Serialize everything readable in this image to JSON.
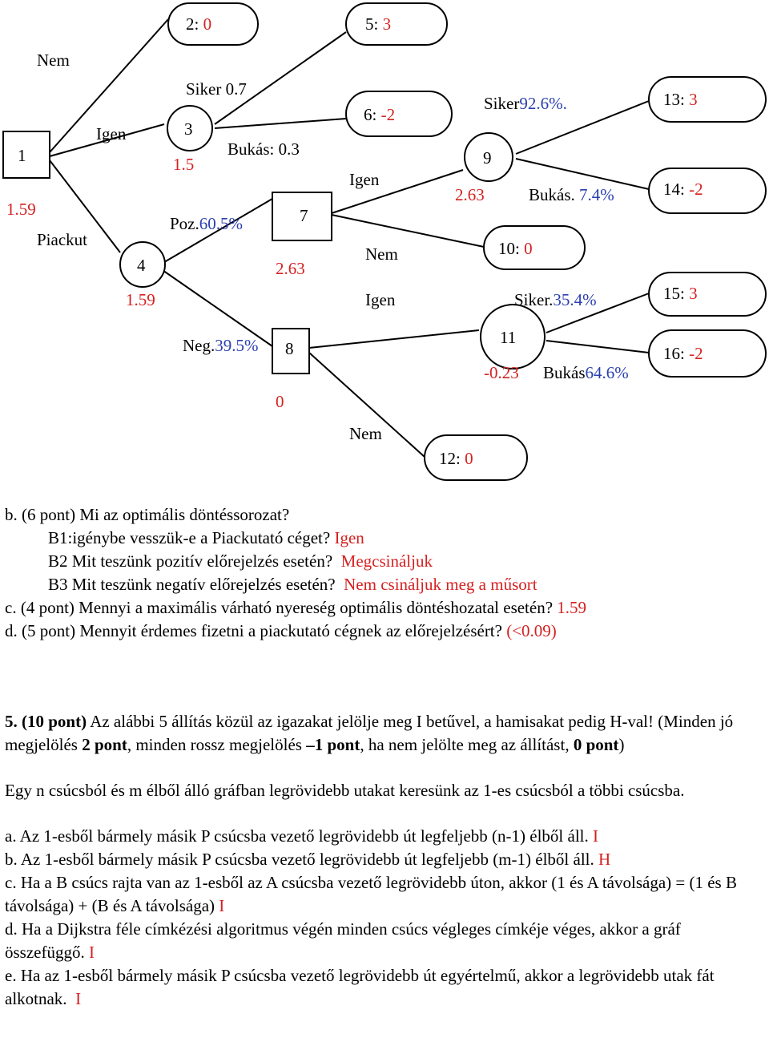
{
  "tree": {
    "nodes": {
      "n1": {
        "id": "1",
        "value": "1.59"
      },
      "n2": {
        "label": "2: ",
        "value": "0"
      },
      "n3": {
        "id": "3",
        "value": "1.5"
      },
      "n4": {
        "id": "4",
        "value": "1.59"
      },
      "n5": {
        "label": "5: ",
        "value": "3"
      },
      "n6": {
        "label": "6: ",
        "value": "-2"
      },
      "n7": {
        "id": "7",
        "value": "2.63"
      },
      "n8": {
        "id": "8",
        "value": "0"
      },
      "n9": {
        "id": "9",
        "value": "2.63"
      },
      "n10": {
        "label": "10: ",
        "value": "0"
      },
      "n11": {
        "id": "11",
        "value": "-0.23"
      },
      "n12": {
        "label": "12: ",
        "value": "0"
      },
      "n13": {
        "label": "13: ",
        "value": "3"
      },
      "n14": {
        "label": "14: ",
        "value": "-2"
      },
      "n15": {
        "label": "15: ",
        "value": "3"
      },
      "n16": {
        "label": "16: ",
        "value": "-2"
      }
    },
    "edges": {
      "nem_top": "Nem",
      "igen_top": "Igen",
      "piackut": "Piackut",
      "siker_3": "Siker 0.7",
      "bukas_3": "Bukás: 0.3",
      "poz_label": "Poz.",
      "poz_value": "60.5%",
      "neg_label": "Neg.",
      "neg_value": "39.5%",
      "igen_7": "Igen",
      "nem_7": "Nem",
      "igen_8": "Igen",
      "nem_8": "Nem",
      "siker9_label": "Siker",
      "siker9_value": "92.6%.",
      "bukas9_label": "Bukás. ",
      "bukas9_value": "7.4%",
      "siker11_label": "Siker.",
      "siker11_value": "35.4%",
      "bukas11_label": "Bukás",
      "bukas11_value": "64.6%"
    }
  },
  "questions": {
    "b_q": "b. (6 pont) Mi az optimális döntéssorozat?",
    "b1_q": "B1:igénybe vesszük-e a Piackutató céget?",
    "b1_a": "Igen",
    "b2_q": "B2 Mit teszünk pozitív előrejelzés esetén?",
    "b2_a": "Megcsináljuk",
    "b3_q": "B3 Mit teszünk negatív előrejelzés esetén?",
    "b3_a": "Nem csináljuk meg a műsort",
    "c_q": "c. (4 pont) Mennyi a maximális várható nyereség optimális döntéshozatal esetén?",
    "c_a": "1.59",
    "d_q": "d. (5 pont) Mennyit érdemes fizetni a piackutató cégnek az előrejelzésért?",
    "d_a": "(<0.09)"
  },
  "task5": {
    "num": "5.",
    "points": "(10 pont)",
    "intro": "Az alábbi 5 állítás közül az igazakat jelölje meg I betűvel, a hamisakat pedig H-val!",
    "rule_a": "(Minden jó megjelölés",
    "rule_b": "2 pont",
    "rule_c": ", minden rossz megjelölés",
    "rule_d": "–1 pont",
    "rule_e": ", ha nem jelölte meg az állítást,",
    "rule_f": "0 pont",
    "rule_g": ")",
    "context": "Egy n csúcsból és m élből álló gráfban legrövidebb utakat keresünk az 1-es csúcsból a többi csúcsba.",
    "items": [
      {
        "text": "a. Az 1-esből bármely másik P csúcsba vezető legrövidebb út legfeljebb (n-1) élből áll.",
        "answer": "I"
      },
      {
        "text": "b. Az 1-esből bármely másik P csúcsba vezető legrövidebb út legfeljebb (m-1) élből áll.",
        "answer": "H"
      },
      {
        "text": "c. Ha a B csúcs rajta van az 1-esből az A csúcsba vezető legrövidebb úton, akkor (1 és A távolsága) = (1 és B távolsága) + (B és A távolsága)",
        "answer": "I"
      },
      {
        "text": "d. Ha a Dijkstra féle címkézési algoritmus végén minden csúcs végleges címkéje véges, akkor a gráf összefüggő.",
        "answer": "I"
      },
      {
        "text": "e. Ha az 1-esből bármely másik P csúcsba vezető legrövidebb út egyértelmű, akkor a legrövidebb utak fát alkotnak.",
        "answer": "I"
      }
    ]
  }
}
